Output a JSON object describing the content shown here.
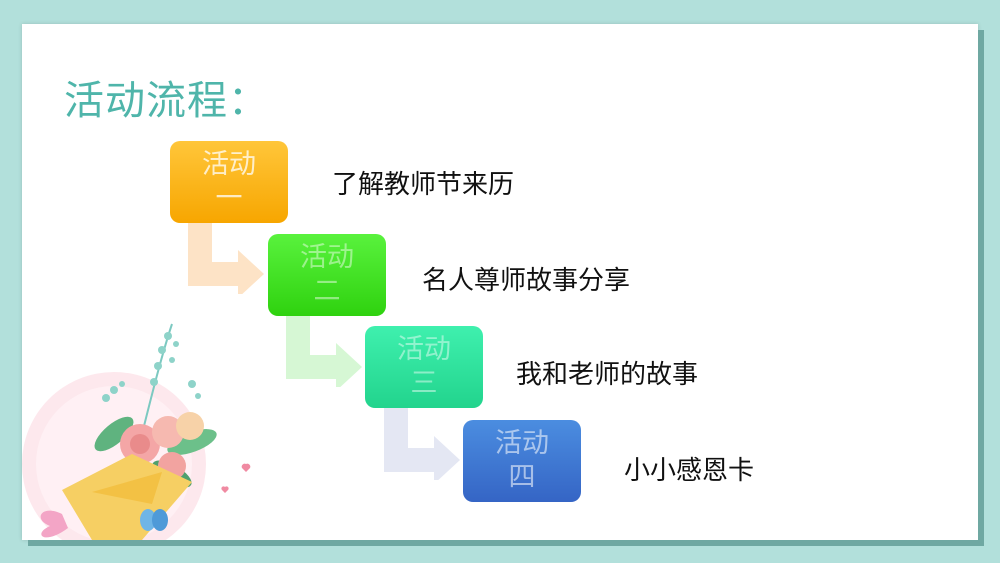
{
  "title": "活动流程：",
  "steps": [
    {
      "line1": "活动",
      "line2": "一",
      "text": "了解教师节来历",
      "color": "#f9b11a"
    },
    {
      "line1": "活动",
      "line2": "二",
      "text": "名人尊师故事分享",
      "color": "#45e327"
    },
    {
      "line1": "活动",
      "line2": "三",
      "text": "我和老师的故事",
      "color": "#2fe09d"
    },
    {
      "line1": "活动",
      "line2": "四",
      "text": "小小感恩卡",
      "color": "#3f77d4"
    }
  ],
  "decoration": {
    "icon": "flower-bouquet-icon"
  },
  "colors": {
    "background": "#b2e0db",
    "title": "#4fb5aa"
  }
}
